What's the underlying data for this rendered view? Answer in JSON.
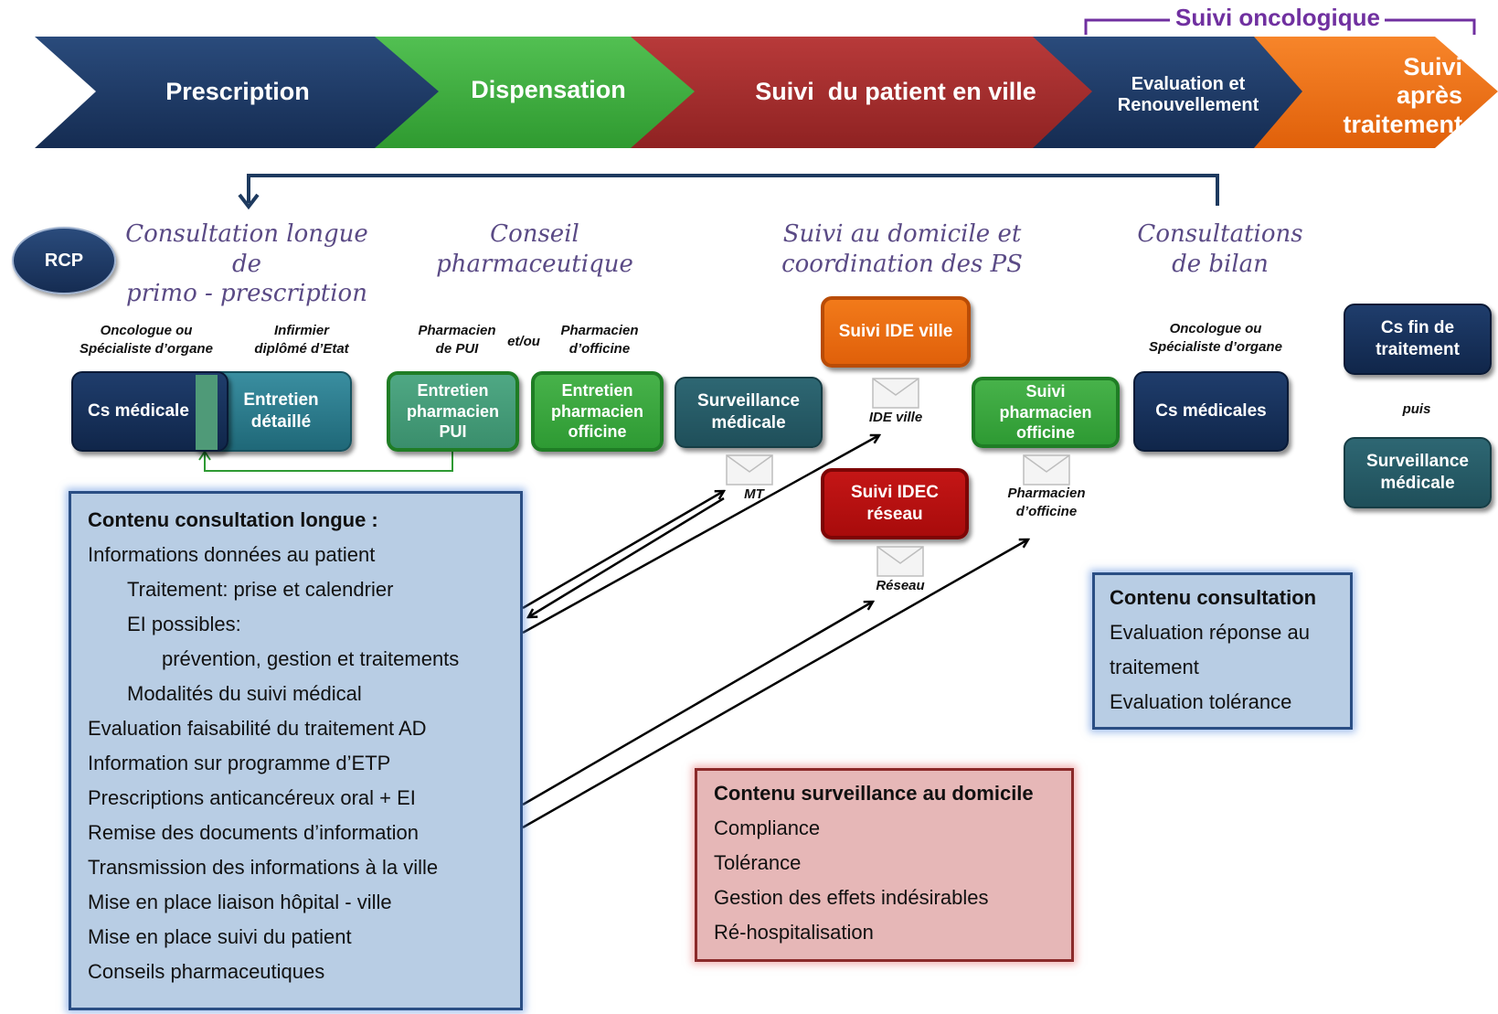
{
  "banner": {
    "prescription": "Prescription",
    "dispensation": "Dispensation",
    "suivi_ville": "Suivi  du patient en ville",
    "evaluation": "Evaluation et\nRenouvellement",
    "suivi_apres": "Suivi\naprès\ntraitement",
    "suivi_onco": "Suivi oncologique"
  },
  "phases": {
    "consultation_longue": "Consultation longue de\nprimo - prescription",
    "conseil": "Conseil\npharmaceutique",
    "suivi_domicile": "Suivi au domicile et\ncoordination des PS",
    "consultations_bilan": "Consultations\nde bilan"
  },
  "rcp": "RCP",
  "roles": {
    "oncologue1": "Oncologue ou\nSpécialiste d’organe",
    "infirmier": "Infirmier\ndiplômé d’Etat",
    "pharm_pui": "Pharmacien\nde PUI",
    "etou": "et/ou",
    "pharm_off": "Pharmacien\nd’officine",
    "oncologue2": "Oncologue ou\nSpécialiste d’organe",
    "puis": "puis"
  },
  "boxes": {
    "cs_medicale": "Cs médicale",
    "entretien_detaille": "Entretien\ndétaillé",
    "entretien_pui": "Entretien\npharmacien\nPUI",
    "entretien_officine": "Entretien\npharmacien\nofficine",
    "surveillance1": "Surveillance\nmédicale",
    "suivi_ide": "Suivi IDE ville",
    "suivi_idec": "Suivi IDEC\nréseau",
    "suivi_pharm": "Suivi\npharmacien\nofficine",
    "cs_medicales": "Cs médicales",
    "cs_fin": "Cs fin de\ntraitement",
    "surveillance2": "Surveillance\nmédicale"
  },
  "envelopes": {
    "ide": "IDE ville",
    "mt": "MT",
    "reseau": "Réseau",
    "pharm": "Pharmacien\nd’officine"
  },
  "contenu_longue": {
    "title": "Contenu consultation longue :",
    "lines": [
      "Informations données au patient",
      "Traitement: prise et calendrier",
      "EI possibles:",
      "prévention, gestion et traitements",
      "Modalités du suivi médical",
      "Evaluation faisabilité du traitement AD",
      "Information sur programme d’ETP",
      "Prescriptions anticancéreux oral + EI",
      "Remise des documents d’information",
      "Transmission des informations à la ville",
      "Mise en place liaison hôpital - ville",
      "Mise en place suivi du patient",
      "Conseils pharmaceutiques"
    ]
  },
  "contenu_consultation": {
    "title": "Contenu consultation",
    "lines": [
      "Evaluation réponse au",
      "traitement",
      "Evaluation tolérance"
    ]
  },
  "contenu_domicile": {
    "title": "Contenu surveillance au domicile",
    "lines": [
      "Compliance",
      "Tolérance",
      "Gestion des effets indésirables",
      "Ré-hospitalisation"
    ]
  },
  "colors": {
    "navy": "#1a365f",
    "green": "#3aab3f",
    "red": "#a32b2b",
    "orange": "#f06f16",
    "purple": "#7030a0",
    "light_blue": "#b8cde4",
    "light_pink": "#e6b7b7"
  }
}
